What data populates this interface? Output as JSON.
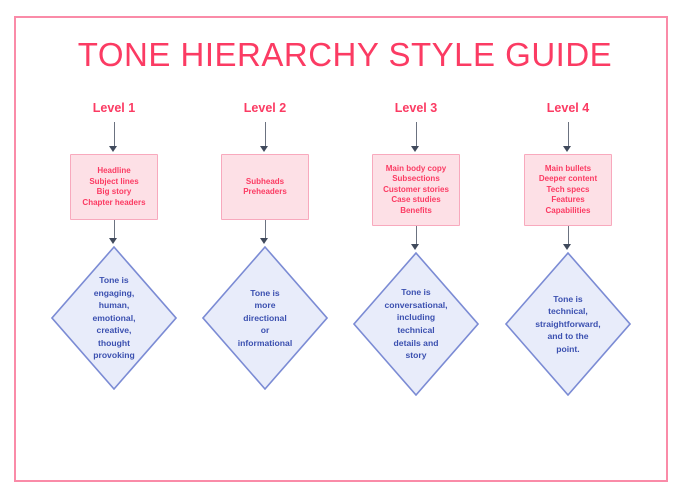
{
  "document": {
    "title": "TONE HIERARCHY STYLE GUIDE",
    "frame_color": "#fa8ba8",
    "background": "#ffffff"
  },
  "theme": {
    "accent_pink": "#fb3b63",
    "box_fill": "#fde0e6",
    "box_border": "#f8a9bd",
    "diamond_fill": "#e8ecfa",
    "diamond_border": "#7b8bd4",
    "diamond_text": "#3b50b0",
    "arrow_color": "#6b7280"
  },
  "columns": [
    {
      "level_label": "Level 1",
      "items_box": "Headline\nSubject lines\nBig story\nChapter headers",
      "tone_diamond": "Tone is\nengaging,\nhuman,\nemotional,\ncreative,\nthought\nprovoking"
    },
    {
      "level_label": "Level 2",
      "items_box": "Subheads\nPreheaders",
      "tone_diamond": "Tone is\nmore\ndirectional\nor\ninformational"
    },
    {
      "level_label": "Level 3",
      "items_box": "Main body copy\nSubsections\nCustomer stories\nCase studies\nBenefits",
      "tone_diamond": "Tone is\nconversational,\nincluding\ntechnical\ndetails and\nstory"
    },
    {
      "level_label": "Level 4",
      "items_box": "Main bullets\nDeeper content\nTech specs\nFeatures\nCapabilities",
      "tone_diamond": "Tone is\ntechnical,\nstraightforward,\nand to the\npoint."
    }
  ]
}
